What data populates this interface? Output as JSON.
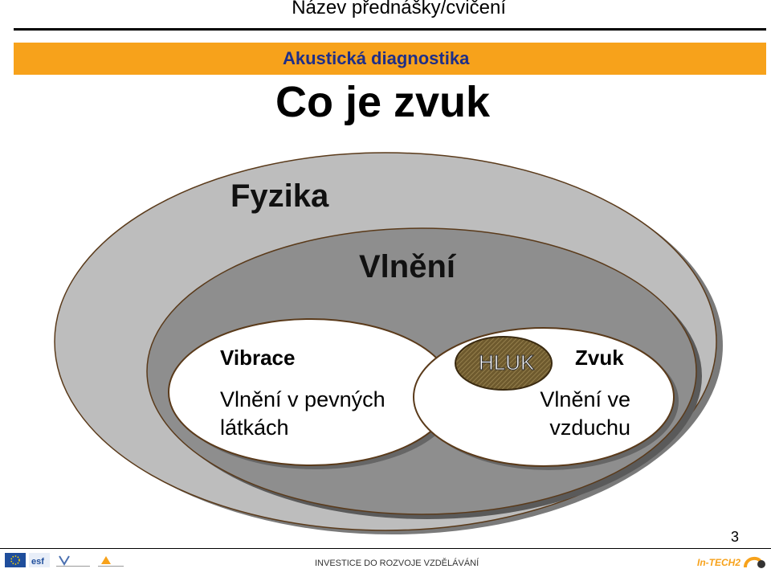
{
  "header": {
    "course_title": "Název přednášky/cvičení",
    "subject": "Akustická diagnostika"
  },
  "slide": {
    "title": "Co je zvuk",
    "page_number": "3"
  },
  "diagram": {
    "outer_label": "Fyzika",
    "middle_label": "Vlnění",
    "left": {
      "title": "Vibrace",
      "description_line1": "Vlnění v pevných",
      "description_line2": "látkách"
    },
    "right": {
      "title": "Zvuk",
      "description_line1": "Vlnění ve",
      "description_line2": "vzduchu"
    },
    "overlap_label": "HLUK",
    "colors": {
      "outer_fill": "#bdbdbd",
      "middle_fill": "#8e8e8e",
      "inner_fill": "#ffffff",
      "outline": "#5a3a1a",
      "hluk_fill": "#6e5a2e",
      "header_accent": "#f7a21b",
      "subject_text": "#1f2f88"
    }
  },
  "footer": {
    "text": "INVESTICE DO ROZVOJE VZDĚLÁVÁNÍ"
  },
  "logos": [
    "eu-flag-logo",
    "esf-logo",
    "msmt-logo",
    "op-logo",
    "in-tech2-logo"
  ]
}
